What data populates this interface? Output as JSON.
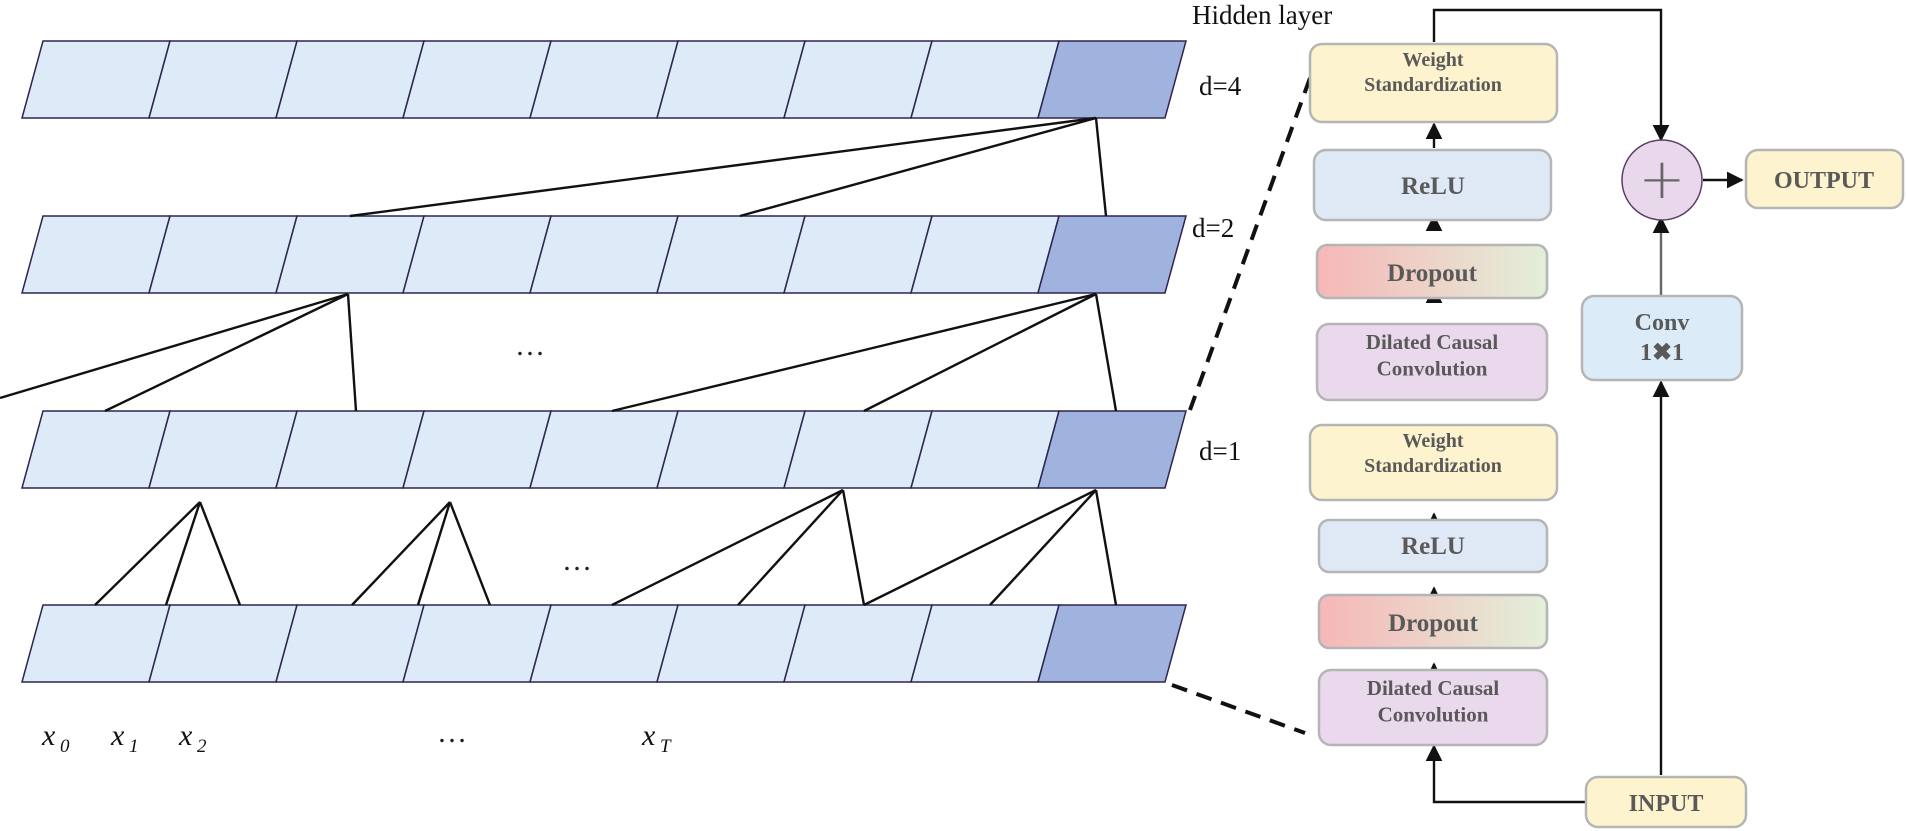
{
  "diagram": {
    "hidden_layer_title": "Hidden layer",
    "dilation_labels": [
      "d=4",
      "d=2",
      "d=1"
    ],
    "ellipsis": "…",
    "input_labels": [
      {
        "base": "x",
        "sub": "0"
      },
      {
        "base": "x",
        "sub": "1"
      },
      {
        "base": "x",
        "sub": "2"
      },
      {
        "base": "x",
        "sub": "T"
      }
    ],
    "cells_per_row": 9,
    "blocks": {
      "ws_top": "Weight Standardization",
      "relu_top": "ReLU",
      "dropout_top": "Dropout",
      "dcc_top": "Dilated Causal Convolution",
      "ws_bottom": "Weight Standardization",
      "relu_bottom": "ReLU",
      "dropout_bottom": "Dropout",
      "dcc_bottom": "Dilated Causal Convolution",
      "conv": "Conv 1✖1",
      "output": "OUTPUT",
      "input": "INPUT"
    },
    "plus_symbol": "+"
  },
  "colors": {
    "cell_light": "#dcebf7",
    "cell_dark": "#9fb3de",
    "cell_stroke": "#2f2550",
    "ws_fill": "#fdf3cf",
    "relu_fill": "#dfe8f5",
    "dcc_fill": "#ead9ec",
    "dropout_from": "#f6b7b7",
    "dropout_to": "#e3efd9",
    "conv_fill": "#dbebf8",
    "plus_fill": "#e9d8ec",
    "block_stroke": "#b5b5b5",
    "text_gray": "#595959"
  }
}
